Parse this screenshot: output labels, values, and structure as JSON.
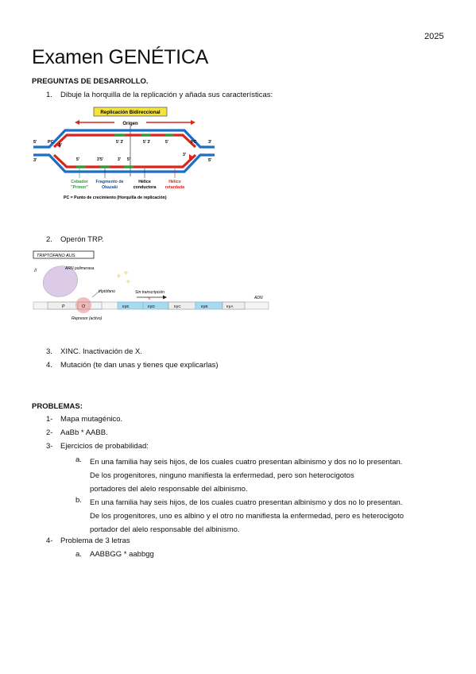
{
  "year": "2025",
  "title": "Examen GENÉTICA",
  "section1": {
    "heading": "PREGUNTAS DE DESARROLLO.",
    "items": [
      {
        "num": "1.",
        "text": "Dibuje la horquilla de la replicación y añada sus características:"
      },
      {
        "num": "2.",
        "text": "Operón TRP."
      },
      {
        "num": "3.",
        "text": "XINC. Inactivación de X."
      },
      {
        "num": "4.",
        "text": "Mutación (te dan unas y tienes que explicarlas)"
      }
    ]
  },
  "replication_figure": {
    "banner": "Replicación Bidireccional",
    "origin": "Origen",
    "labels": {
      "five_prime": "5'",
      "three_prime": "3'",
      "pc": "PC",
      "three_five": "3'5'",
      "five_three": "5' 3'"
    },
    "legend": [
      {
        "line1": "Cebador",
        "line2": "\"Primer\""
      },
      {
        "line1": "Fragmento de",
        "line2": "Okazaki"
      },
      {
        "line1": "Hélice",
        "line2": "conductora"
      },
      {
        "line1": "Hélice",
        "line2": "retardada"
      }
    ],
    "footnote": "PC = Punto de crecimiento (Horquilla de replicación)",
    "colors": {
      "blue": "#1c6fc6",
      "red": "#d8261c",
      "green": "#2f9a3c",
      "banner": "#f5e43a"
    }
  },
  "operon_figure": {
    "header": "TRIPTÓFANO AUS",
    "polymerase": "ARN polimerasa",
    "tryptophan": "triptófano",
    "no_transcription": "Sin transcripción",
    "terminal": "ADN",
    "regions": [
      "P",
      "O"
    ],
    "genes": [
      "trpE",
      "trpD",
      "trpC",
      "trpB",
      "trpA"
    ],
    "repressor": "Represor (activo)"
  },
  "section2": {
    "heading": "PROBLEMAS:",
    "items": [
      {
        "num": "1-",
        "text": "Mapa mutagénico."
      },
      {
        "num": "2-",
        "text": "AaBb * AABB."
      },
      {
        "num": "3-",
        "text": "Ejercicios de probabilidad:"
      }
    ],
    "sub_a": {
      "letter": "a.",
      "lines": [
        "En una familia hay seis hijos, de los cuales cuatro presentan albinismo y dos no lo presentan.",
        "De los progenitores, ninguno manifiesta la enfermedad, pero son heterocigotos",
        "portadores del alelo responsable del albinismo."
      ]
    },
    "sub_b": {
      "letter": "b.",
      "lines": [
        "En una familia hay seis hijos, de los cuales cuatro presentan albinismo y dos no lo presentan.",
        "De los progenitores, uno es albino y el otro no manifiesta la enfermedad, pero es heterocigoto",
        "portador del alelo responsable del albinismo."
      ]
    },
    "item4": {
      "num": "4-",
      "text": "Problema de 3 letras"
    },
    "sub_4a": {
      "letter": "a.",
      "text": "AABBGG * aabbgg"
    }
  }
}
